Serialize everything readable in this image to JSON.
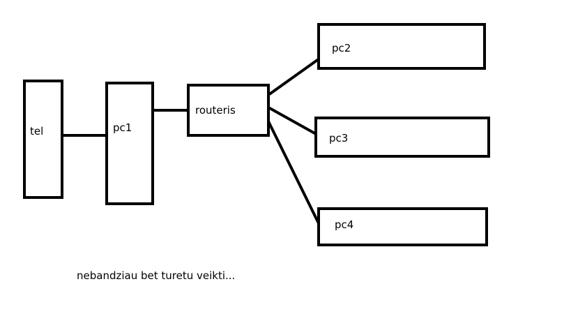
{
  "diagram": {
    "nodes": {
      "tel": {
        "label": "tel"
      },
      "pc1": {
        "label": "pc1"
      },
      "router": {
        "label": "routeris"
      },
      "pc2": {
        "label": "pc2"
      },
      "pc3": {
        "label": "pc3"
      },
      "pc4": {
        "label": "pc4"
      }
    },
    "links": [
      [
        "tel",
        "pc1"
      ],
      [
        "pc1",
        "router"
      ],
      [
        "router",
        "pc2"
      ],
      [
        "router",
        "pc3"
      ],
      [
        "router",
        "pc4"
      ]
    ],
    "caption": "nebandziau bet turetu veikti...",
    "colors": {
      "stroke": "#000000",
      "background": "#ffffff"
    }
  }
}
